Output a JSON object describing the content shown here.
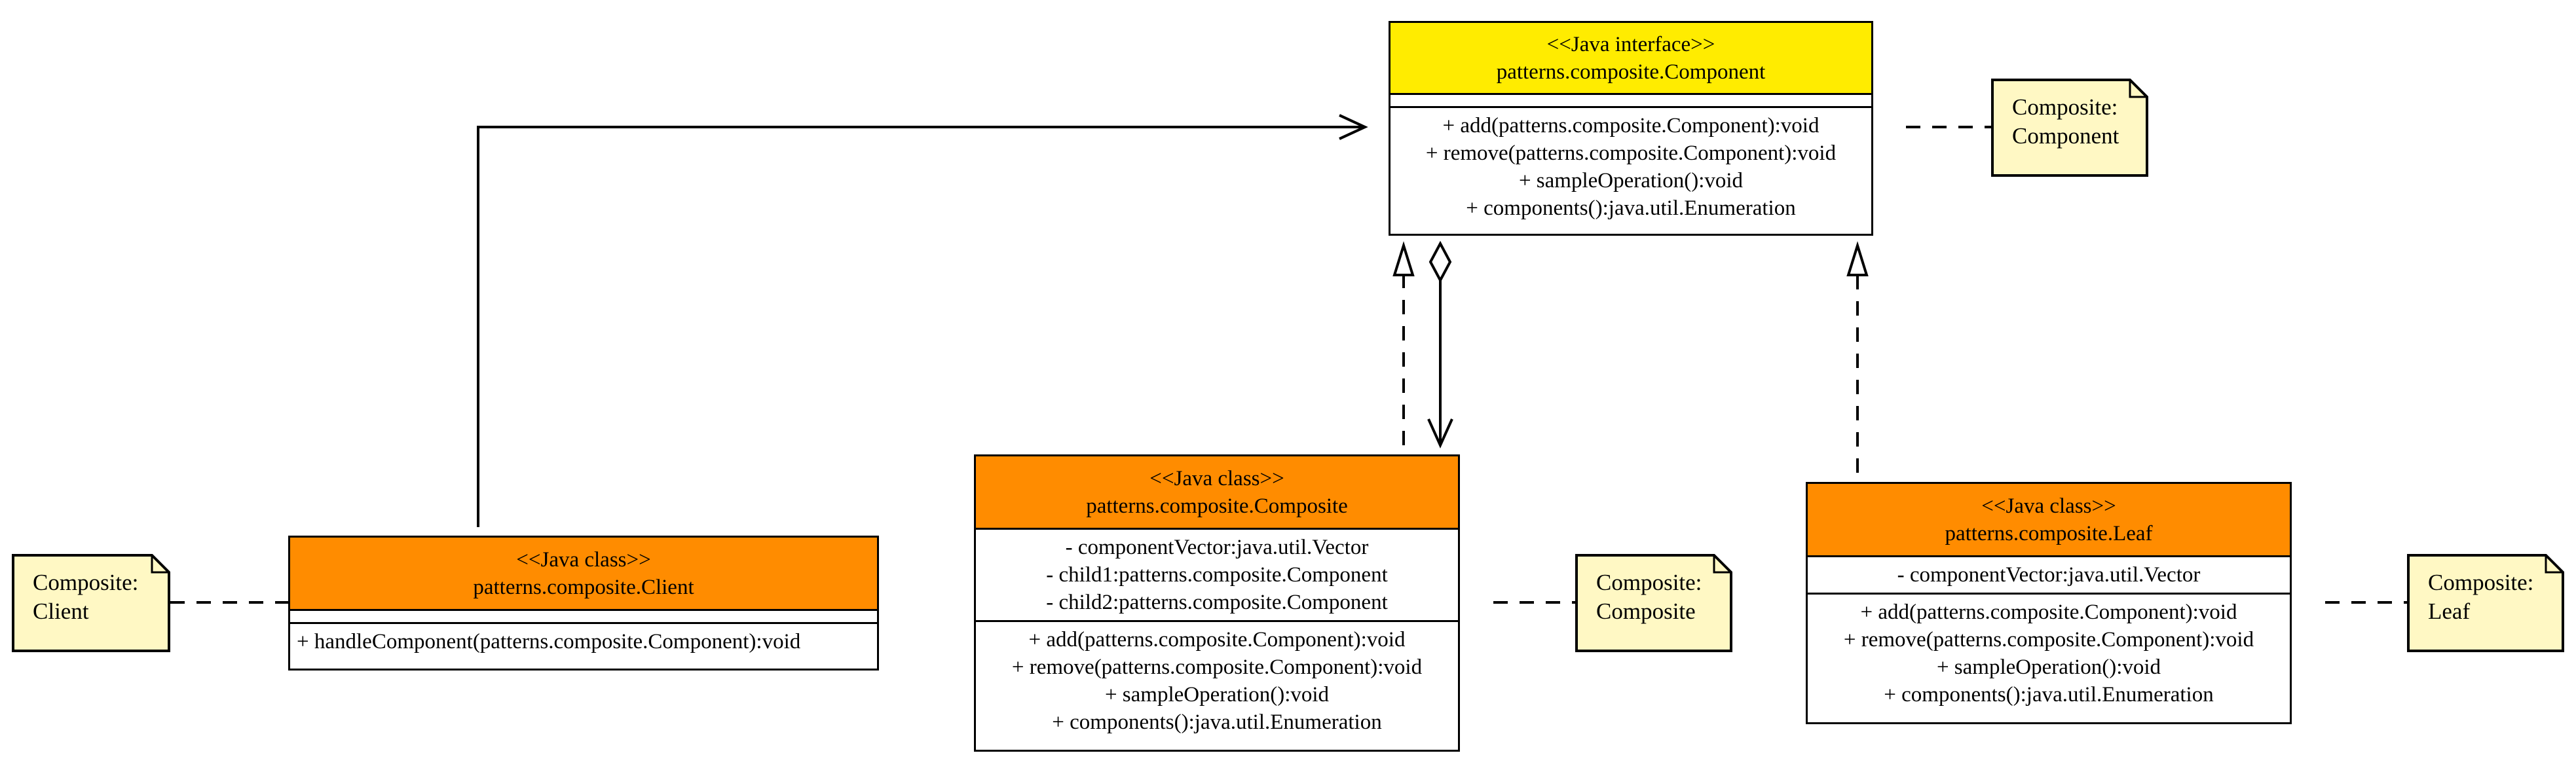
{
  "colors": {
    "interface_header": "#ffec00",
    "class_header": "#ff8c00",
    "note_fill": "#fff8c4",
    "stroke": "#000000"
  },
  "classes": {
    "component": {
      "stereotype": "<<Java interface>>",
      "name": "patterns.composite.Component",
      "attributes": [],
      "operations": [
        "+ add(patterns.composite.Component):void",
        "+ remove(patterns.composite.Component):void",
        "+ sampleOperation():void",
        "+ components():java.util.Enumeration"
      ]
    },
    "client": {
      "stereotype": "<<Java class>>",
      "name": "patterns.composite.Client",
      "attributes": [],
      "operations": [
        "+ handleComponent(patterns.composite.Component):void"
      ]
    },
    "composite": {
      "stereotype": "<<Java class>>",
      "name": "patterns.composite.Composite",
      "attributes": [
        "- componentVector:java.util.Vector",
        "- child1:patterns.composite.Component",
        "- child2:patterns.composite.Component"
      ],
      "operations": [
        "+ add(patterns.composite.Component):void",
        "+ remove(patterns.composite.Component):void",
        "+ sampleOperation():void",
        "+ components():java.util.Enumeration"
      ]
    },
    "leaf": {
      "stereotype": "<<Java class>>",
      "name": "patterns.composite.Leaf",
      "attributes": [
        "- componentVector:java.util.Vector"
      ],
      "operations": [
        "+ add(patterns.composite.Component):void",
        "+ remove(patterns.composite.Component):void",
        "+ sampleOperation():void",
        "+ components():java.util.Enumeration"
      ]
    }
  },
  "notes": {
    "component": "Composite:\nComponent",
    "client": "Composite:\nClient",
    "composite": "Composite:\nComposite",
    "leaf": "Composite:\nLeaf"
  }
}
